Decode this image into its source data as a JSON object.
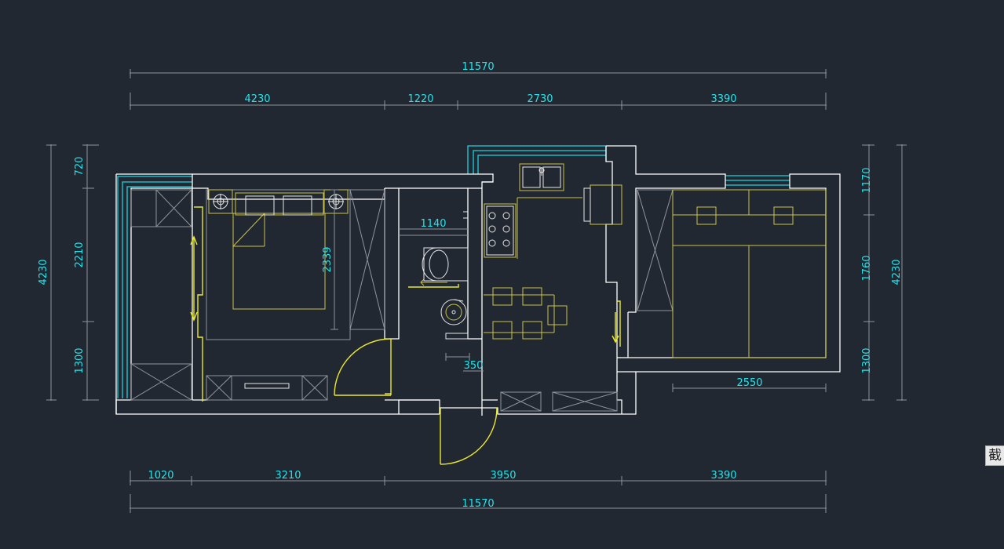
{
  "plan": {
    "dims": {
      "top_total": "11570",
      "top_1": "4230",
      "top_2": "1220",
      "top_3": "2730",
      "top_4": "3390",
      "bottom_1": "1020",
      "bottom_2": "3210",
      "bottom_3": "3950",
      "bottom_4": "3390",
      "bottom_total": "11570",
      "left_total": "4230",
      "left_1": "720",
      "left_2": "2210",
      "left_3": "1300",
      "right_total": "4230",
      "right_1": "1170",
      "right_2": "1760",
      "right_3": "1300",
      "inner_bath_width": "1140",
      "inner_bed_depth": "2339",
      "inner_sink": "350",
      "inner_right_room": "2550"
    }
  },
  "tool_tab": {
    "label": "截"
  }
}
